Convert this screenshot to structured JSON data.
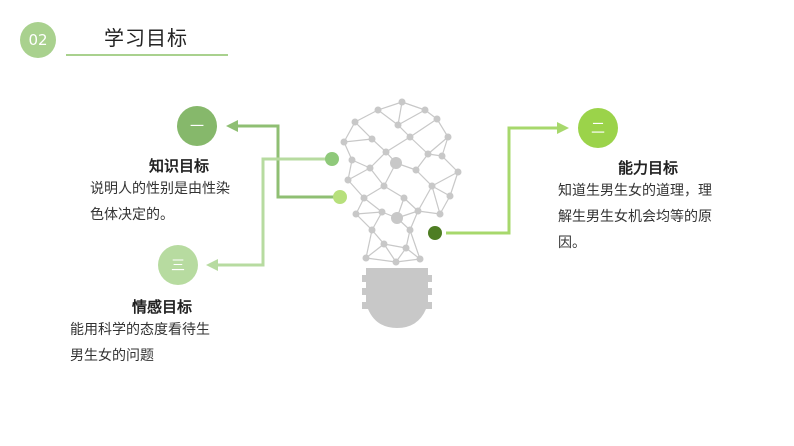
{
  "header": {
    "number": "02",
    "title": "学习目标"
  },
  "goals": [
    {
      "badge": "一",
      "heading": "知识目标",
      "lines": [
        "说明人的性别是由性染",
        "色体决定的。"
      ]
    },
    {
      "badge": "二",
      "heading": "能力目标",
      "lines": [
        "知道生男生女的道理，理",
        "解生男生女机会均等的原",
        "因。"
      ]
    },
    {
      "badge": "三",
      "heading": "情感目标",
      "lines": [
        "能用科学的态度看待生",
        "男生女的问题"
      ]
    }
  ],
  "colors": {
    "green_dark": "#7ab35e",
    "green_light": "#a9d18e",
    "green_bright": "#9bd34a",
    "green_deep": "#4e7d23",
    "bulb_gray": "#c8c8c8"
  }
}
